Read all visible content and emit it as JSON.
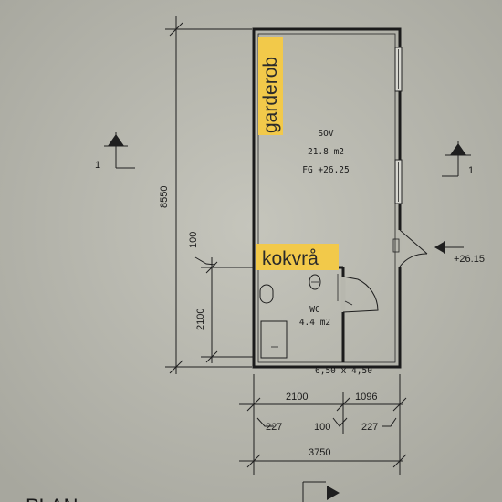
{
  "plan": {
    "title": "PLAN",
    "dimensions": {
      "total_height": "8550",
      "wc_height": "2100",
      "wall_100_left": "100",
      "width_wc": "2100",
      "width_right": "1096",
      "left_227": "227",
      "mid_100": "100",
      "right_227": "227",
      "total_width": "3750",
      "small_bottom_label": "6,50 x 4,50"
    },
    "rooms": {
      "sov": {
        "name": "SOV",
        "area": "21.8 m2",
        "level": "FG +26.25"
      },
      "wc": {
        "name": "WC",
        "area": "4.4 m2"
      }
    },
    "annotations": {
      "garderob": "garderob",
      "kokvra": "kokvrå",
      "entrance_level": "+26.15"
    },
    "section_marks": {
      "left": "1",
      "right": "1"
    },
    "colors": {
      "highlight": "#f2c94a",
      "line": "#1f1f1f",
      "paper": "#b7b7ae"
    }
  }
}
